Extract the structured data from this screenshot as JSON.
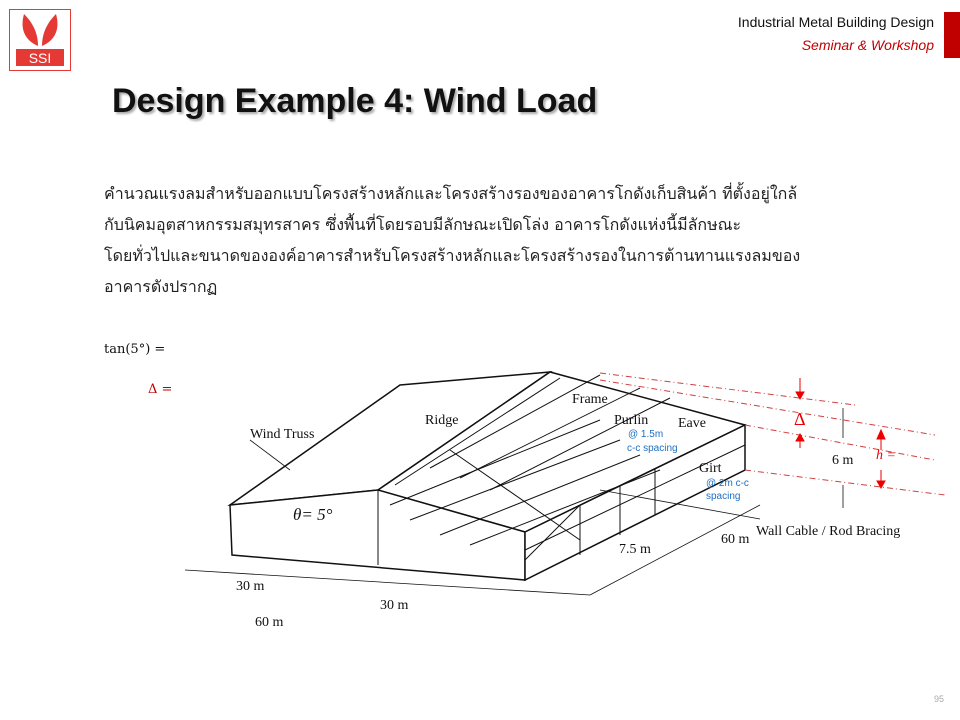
{
  "header": {
    "logo_text": "SSI",
    "line1": "Industrial Metal Building Design",
    "line2": "Seminar & Workshop"
  },
  "title": "Design Example 4: Wind Load",
  "paragraph": [
    "คำนวณแรงลมสำหรับออกแบบโครงสร้างหลักและโครงสร้างรองของอาคารโกดังเก็บสินค้า  ที่ตั้งอยู่ใกล้",
    "กับนิคมอุตสาหกรรมสมุทรสาคร ซึ่งพื้นที่โดยรอบมีลักษณะเปิดโล่ง อาคารโกดังแห่งนี้มีลักษณะ",
    "โดยทั่วไปและขนาดขององค์อาคารสำหรับโครงสร้างหลักและโครงสร้างรองในการต้านทานแรงลมของ",
    "อาคารดังปรากฏ"
  ],
  "equations": {
    "tan": "tan(5°) =",
    "delta": "Δ ="
  },
  "diagram": {
    "wind_truss": "Wind Truss",
    "ridge": "Ridge",
    "frame": "Frame",
    "purlin": "Purlin",
    "purlin_spacing1": "@ 1.5m",
    "purlin_spacing2": "c-c spacing",
    "eave": "Eave",
    "girt": "Girt",
    "girt_spacing1": "@ 2m c-c",
    "girt_spacing2": "spacing",
    "theta": "θ= 5°",
    "height": "6 m",
    "delta": "Δ",
    "h": "h =",
    "wall_bracing": "Wall Cable / Rod Bracing",
    "bay": "7.5 m",
    "length": "60 m",
    "half_width_1": "30 m",
    "half_width_2": "30 m",
    "width": "60 m"
  },
  "page_number": "95"
}
